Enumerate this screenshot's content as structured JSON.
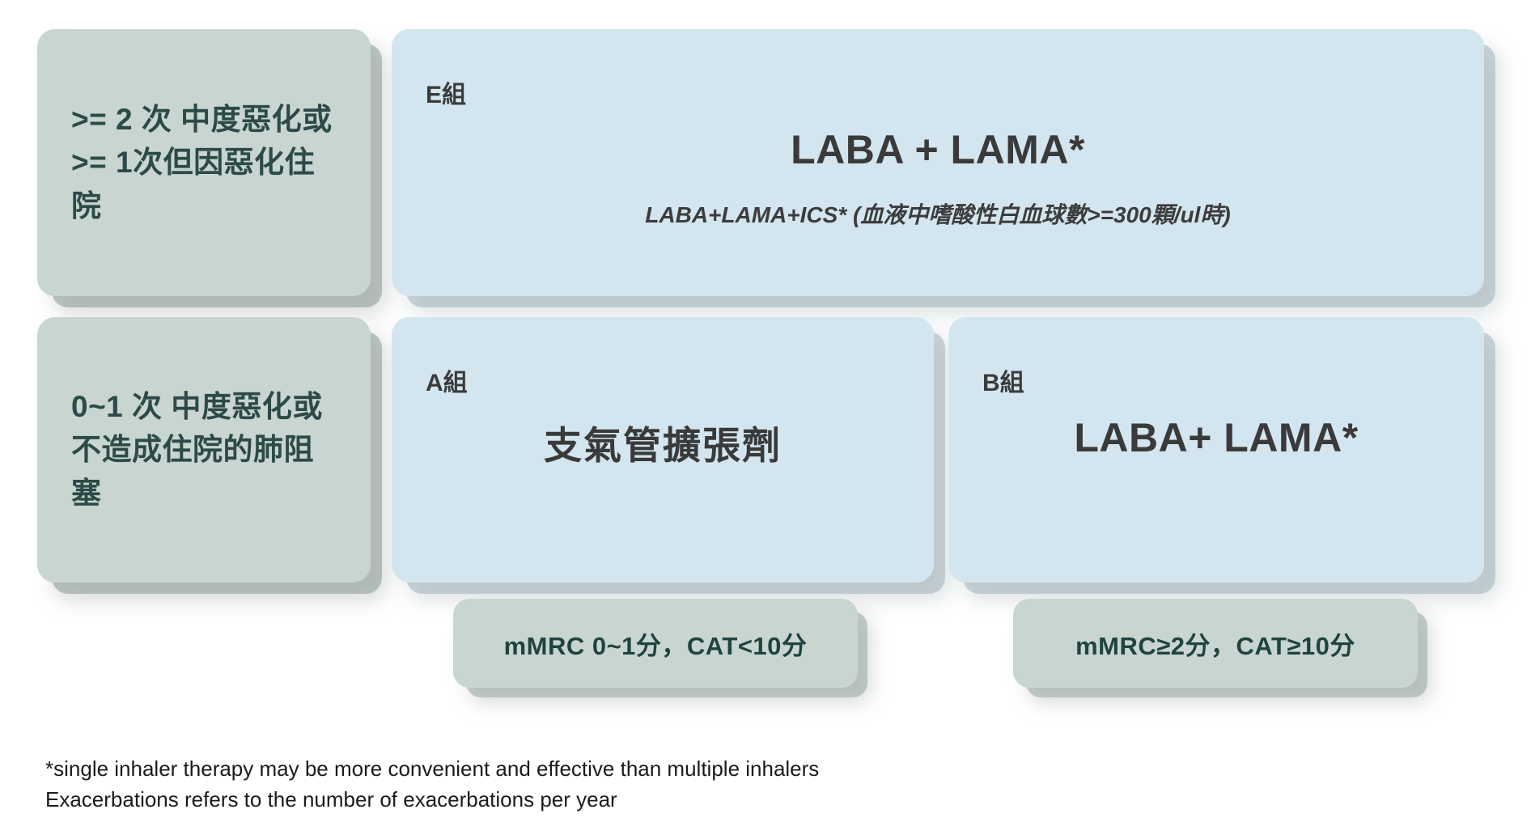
{
  "criteria": {
    "high": {
      "label": ">= 2 次 中度惡化或 >= 1次但因惡化住院",
      "color": "#c9d5d1",
      "text_color": "#2c4a48"
    },
    "low": {
      "label": "0~1 次 中度惡化或不造成住院的肺阻塞",
      "color": "#c9d5d1",
      "text_color": "#2c4a48"
    }
  },
  "groups": [
    {
      "tag": "E組",
      "treatment": "LABA + LAMA*",
      "note": "LABA+LAMA+ICS* (血液中嗜酸性白血球數>=300顆/ul時)",
      "color": "#d3e6f0"
    },
    {
      "tag": "A組",
      "treatment": "支氣管擴張劑",
      "color": "#d3e6f0"
    },
    {
      "tag": "B組",
      "treatment": "LABA+ LAMA*",
      "color": "#d3e6f0"
    }
  ],
  "badges": [
    {
      "label": "mMRC 0~1分，CAT<10分",
      "color": "#c9d5d1"
    },
    {
      "label": "mMRC≥2分，CAT≥10分",
      "color": "#c9d5d1"
    }
  ],
  "footnote": "*single inhaler therapy may be more convenient and effective than multiple inhalers\nExacerbations refers to the number of exacerbations per year"
}
